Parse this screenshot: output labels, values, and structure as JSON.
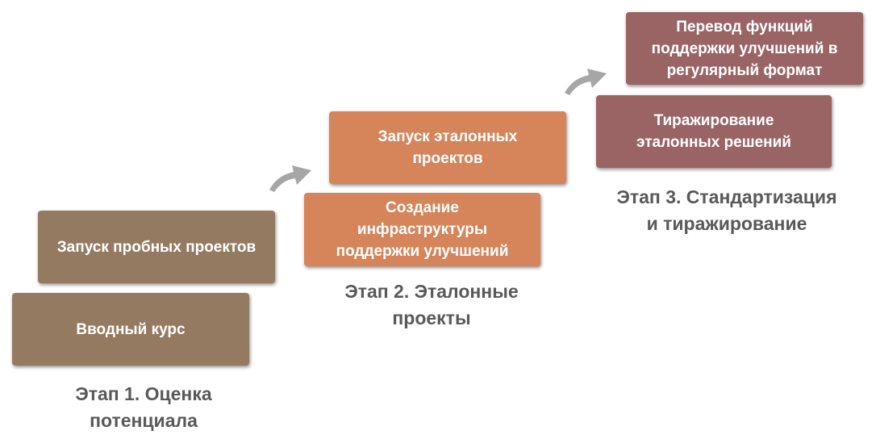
{
  "stages": [
    {
      "title_lines": [
        "Этап 1. Оценка",
        "потенциала"
      ],
      "boxes": [
        {
          "lines": [
            "Запуск пробных проектов"
          ]
        },
        {
          "lines": [
            "Вводный курс"
          ]
        }
      ]
    },
    {
      "title_lines": [
        "Этап 2. Эталонные",
        "проекты"
      ],
      "boxes": [
        {
          "lines": [
            "Запуск эталонных",
            "проектов"
          ]
        },
        {
          "lines": [
            "Создание",
            "инфраструктуры",
            "поддержки улучшений"
          ]
        }
      ]
    },
    {
      "title_lines": [
        "Этап 3. Стандартизация",
        "и тиражирование"
      ],
      "boxes": [
        {
          "lines": [
            "Перевод функций",
            "поддержки улучшений в",
            "регулярный формат"
          ]
        },
        {
          "lines": [
            "Тиражирование",
            "эталонных решений"
          ]
        }
      ]
    }
  ],
  "colors": {
    "stage1": "#947A60",
    "stage2": "#D6845A",
    "stage3": "#9A6464",
    "label_text": "#595959",
    "arrow": "#A6A6A6"
  },
  "icons": [
    "curved-arrow-icon",
    "curved-arrow-icon"
  ]
}
